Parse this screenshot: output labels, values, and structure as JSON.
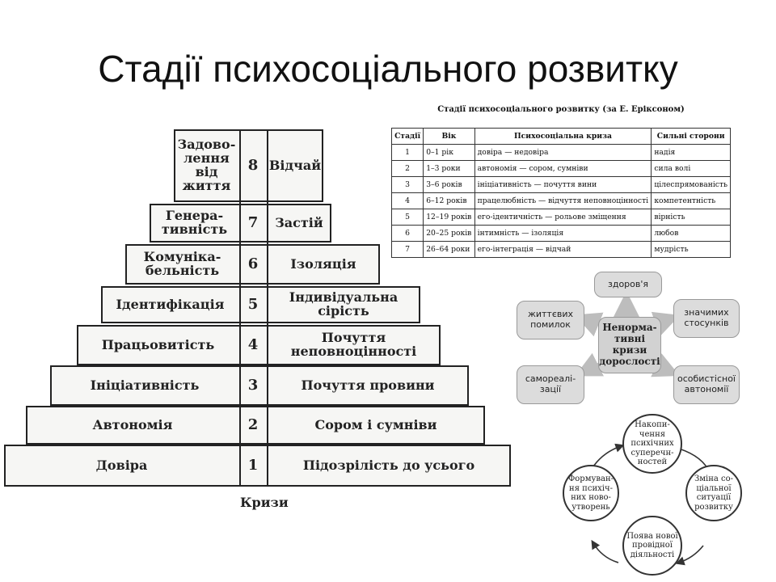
{
  "slide_title": "Стадії психосоціального розвитку",
  "pyramid": {
    "rows": [
      {
        "stage": "8",
        "strength": "Задово-\nлення\nвід\nжиття",
        "crisis": "Відчай"
      },
      {
        "stage": "7",
        "strength": "Генера-\nтивність",
        "crisis": "Застій"
      },
      {
        "stage": "6",
        "strength": "Комуніка-\nбельність",
        "crisis": "Ізоляція"
      },
      {
        "stage": "5",
        "strength": "Ідентифікація",
        "crisis": "Індивідуальна\nсірість"
      },
      {
        "stage": "4",
        "strength": "Працьовитість",
        "crisis": "Почуття\nнеповноцінності"
      },
      {
        "stage": "3",
        "strength": "Ініціативність",
        "crisis": "Почуття провини"
      },
      {
        "stage": "2",
        "strength": "Автономія",
        "crisis": "Сором і сумніви"
      },
      {
        "stage": "1",
        "strength": "Довіра",
        "crisis": "Підозрілість до усього"
      }
    ],
    "footer_label": "Кризи"
  },
  "table": {
    "caption": "Стадії психосоціального розвитку (за Е. Еріксоном)",
    "headers": [
      "Стадії",
      "Вік",
      "Психосоціальна криза",
      "Сильні сторони"
    ],
    "rows": [
      [
        "1",
        "0–1 рік",
        "довіра — недовіра",
        "надія"
      ],
      [
        "2",
        "1–3 роки",
        "автономія — сором, сумніви",
        "сила волі"
      ],
      [
        "3",
        "3–6 років",
        "ініціативність — почуття вини",
        "цілеспрямованість"
      ],
      [
        "4",
        "6–12 років",
        "працелюбність — відчуття неповноцінності",
        "компетентність"
      ],
      [
        "5",
        "12–19 років",
        "его-ідентичність — рольове зміщення",
        "вірність"
      ],
      [
        "6",
        "20–25 років",
        "інтимність — ізоляція",
        "любов"
      ],
      [
        "7",
        "26–64 роки",
        "его-інтеграція — відчай",
        "мудрість"
      ]
    ]
  },
  "crisis_diagram": {
    "center": "Ненорма-\nтивні кризи\nдорослості",
    "top": "здоров'я",
    "upper_left": "життєвих\nпомилок",
    "upper_right": "значимих\nстосунків",
    "lower_left": "самореалі-\nзації",
    "lower_right": "особистісної\nавтономії"
  },
  "cycle_diagram": {
    "top": "Накопи-\nчення\nпсихічних\nсуперечн-\nностей",
    "right": "Зміна со-\nціальної\nситуації\nрозвитку",
    "bottom": "Поява нової\nпровідної\nдіяльності",
    "left": "Формуван-\nня психіч-\nних ново-\nутворень"
  },
  "colors": {
    "bubble": "#dcdcdc",
    "arrow": "#bdbdbd",
    "line": "#222222"
  }
}
